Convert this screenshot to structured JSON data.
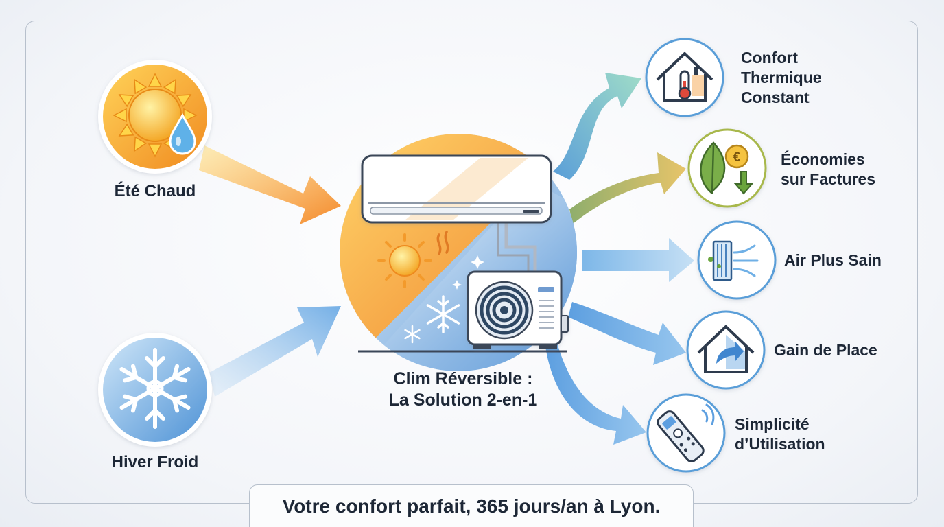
{
  "inputs": {
    "summer": {
      "label": "Été Chaud"
    },
    "winter": {
      "label": "Hiver Froid"
    }
  },
  "center": {
    "title": "Clim Réversible :\nLa Solution 2-en-1"
  },
  "benefits": [
    {
      "label": "Confort\nThermique\nConstant",
      "icon": "house-thermometer-icon"
    },
    {
      "label": "Économies\nsur Factures",
      "icon": "leaf-euro-coin-icon"
    },
    {
      "label": "Air Plus Sain",
      "icon": "air-filter-icon"
    },
    {
      "label": "Gain de Place",
      "icon": "house-arrow-icon"
    },
    {
      "label": "Simplicité\nd’Utilisation",
      "icon": "remote-control-icon"
    }
  ],
  "tagline": "Votre confort parfait, 365 jours/an à Lyon.",
  "colors": {
    "warm": "#f39a2b",
    "cool": "#5d9fe0",
    "green": "#7aae4a",
    "text": "#1d2736"
  }
}
